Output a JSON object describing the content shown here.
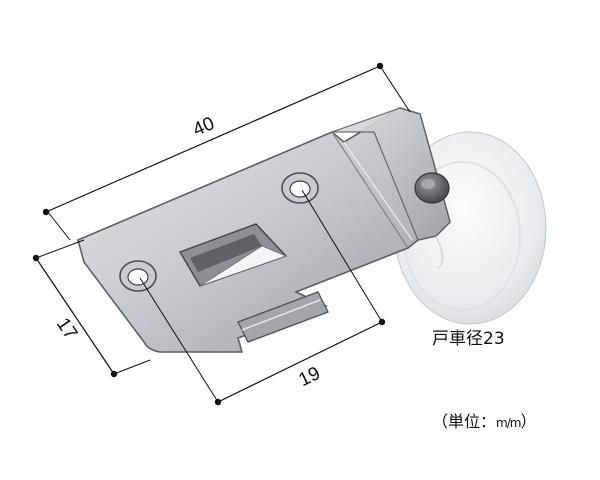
{
  "dimensions": {
    "length": "40",
    "height": "17",
    "hole_pitch": "19"
  },
  "wheel_label": "戸車径23",
  "unit_label": "（単位：",
  "unit_value": "m/m",
  "unit_close": "）",
  "colors": {
    "plate_light": "#d9dcdf",
    "plate_mid": "#aeb2b6",
    "plate_dark": "#6f7478",
    "wheel": "#eef1f3",
    "dim_line": "#111111"
  }
}
